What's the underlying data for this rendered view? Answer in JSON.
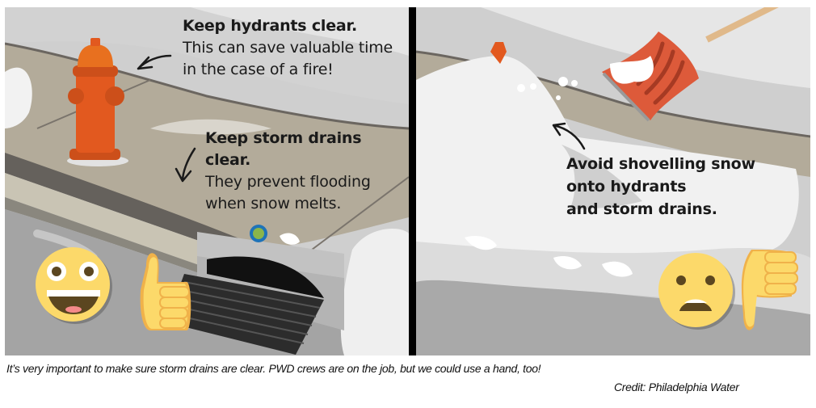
{
  "left_panel": {
    "theme": "do",
    "hydrant_tip": {
      "heading": "Keep hydrants clear.",
      "line1": "This can save valuable time",
      "line2": "in the case of a fire!"
    },
    "drain_tip": {
      "heading": "Keep storm drains clear.",
      "line1": "They prevent flooding",
      "line2": "when snow melts."
    },
    "icons": [
      "grinning-face-icon",
      "thumbs-up-icon",
      "fire-hydrant-icon",
      "storm-drain-icon",
      "arrow-icon"
    ]
  },
  "right_panel": {
    "theme": "dont",
    "warning": {
      "line1": "Avoid shovelling snow",
      "line2": "onto hydrants",
      "line3": "and storm drains."
    },
    "icons": [
      "frowning-face-icon",
      "thumbs-down-icon",
      "snow-shovel-icon",
      "buried-hydrant-icon",
      "arrow-icon"
    ]
  },
  "caption": {
    "text": "It’s very important to make sure storm drains are clear. PWD crews are on the job, but we could use a hand, too!",
    "credit": "Credit: Philadelphia Water"
  },
  "colors": {
    "hydrant": "#e2591f",
    "shovel": "#dd5a3a",
    "emoji": "#fcd96a",
    "sidewalk": "#b3ab9a",
    "snow": "#f1f1f1",
    "road": "#a3a3a3",
    "divider": "#000000"
  }
}
